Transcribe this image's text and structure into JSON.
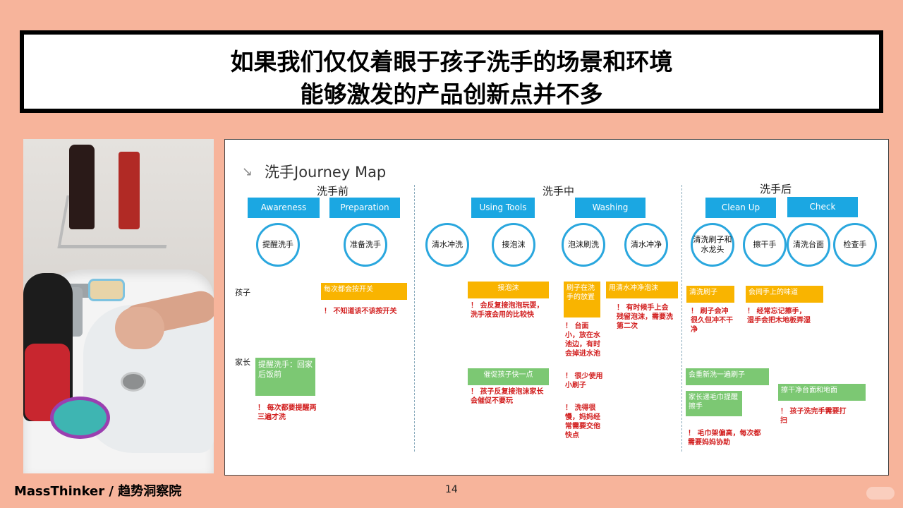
{
  "title": {
    "line1": "如果我们仅仅着眼于孩子洗手的场景和环境",
    "line2": "能够激发的产品创新点并不多"
  },
  "map": {
    "title": "洗手Journey Map",
    "phases": [
      "洗手前",
      "洗手中",
      "洗手后"
    ],
    "stages": [
      "Awareness",
      "Preparation",
      "Using Tools",
      "Washing",
      "Clean Up",
      "Check"
    ],
    "steps": [
      "提醒洗手",
      "准备洗手",
      "清水冲洗",
      "接泡沫",
      "泡沫刷洗",
      "清水冲净",
      "清洗刷子和水龙头",
      "擦干手",
      "清洗台面",
      "检查手"
    ],
    "row_labels": [
      "孩子",
      "家长"
    ],
    "child": {
      "notes": [
        "每次都会按开关",
        "接泡沫",
        "刷子在洗手的放置",
        "用清水冲净泡沫",
        "清洗刷子",
        "会闻手上的味道"
      ],
      "pains": [
        "！ 不知道该不该按开关",
        "！ 会反复接泡泡玩耍，洗手液会用的比较快",
        "！ 台面小，放在水池边，有时会掉进水池",
        "！ 有时候手上会残留泡沫，需要洗第二次",
        "！ 刷子会冲很久但冲不干净",
        "！ 经常忘记擦手，湿手会把木地板弄湿"
      ]
    },
    "parent": {
      "notes": [
        "提醒洗手：回家后饭前",
        "催促孩子快一点",
        "会重新洗一遍刷子",
        "家长递毛巾提醒擦手",
        "擦干净台面和地面"
      ],
      "pains": [
        "！ 每次都要提醒两三遍才洗",
        "！ 孩子反复接泡沫家长会催促不要玩",
        "！ 很少使用小刷子",
        "！ 洗得很慢，妈妈经常需要交他快点",
        "！ 毛巾架偏高，每次都需要妈妈协助",
        "！ 孩子洗完手需要打扫"
      ]
    }
  },
  "footer": {
    "logo": "MassThinker / 趋势洞察院",
    "page": "14"
  },
  "colors": {
    "background": "#f7b49b",
    "stage_blue": "#1ba7e2",
    "sticky_orange": "#f9b400",
    "sticky_green": "#7cc873",
    "pain_red": "#d21f1f"
  }
}
